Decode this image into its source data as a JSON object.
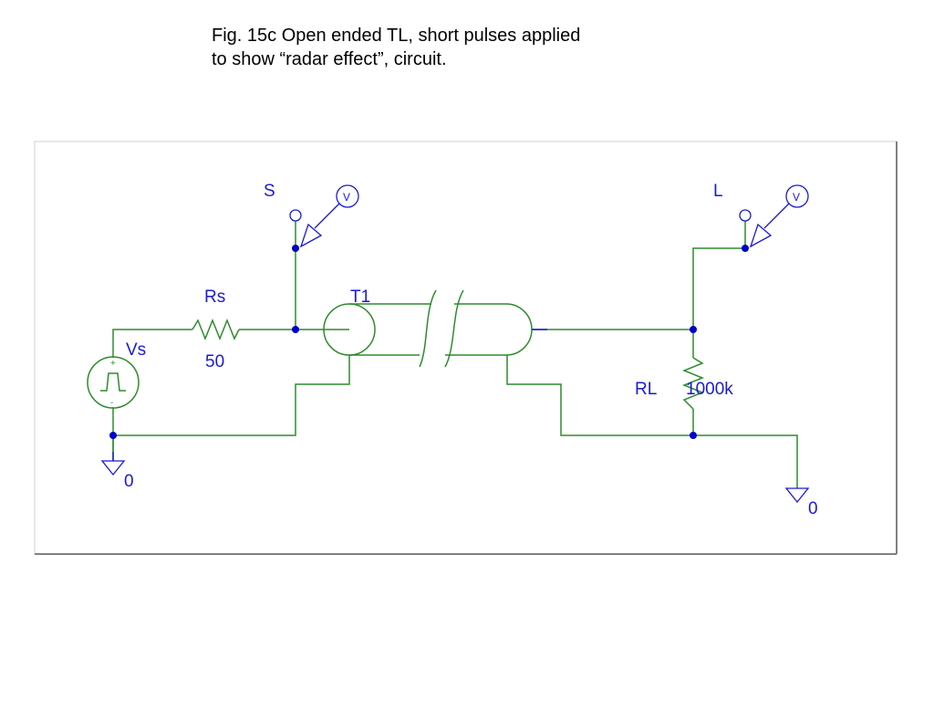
{
  "caption": {
    "line1": "Fig. 15c  Open ended TL, short pulses applied",
    "line2": "to show “radar effect”, circuit."
  },
  "labels": {
    "probe_source": "S",
    "probe_load": "L",
    "resistor_source_name": "Rs",
    "resistor_source_value": "50",
    "tline_name": "T1",
    "source_name": "Vs",
    "resistor_load_name": "RL",
    "resistor_load_value": "1000k",
    "ground_left": "0",
    "ground_right": "0",
    "probe_symbol": "V",
    "source_plus": "+",
    "source_minus": "-"
  },
  "colors": {
    "wire": "#2e8b2e",
    "label": "#1a1ad6",
    "junction": "#0000cc",
    "frame": "#c8c8c8"
  }
}
